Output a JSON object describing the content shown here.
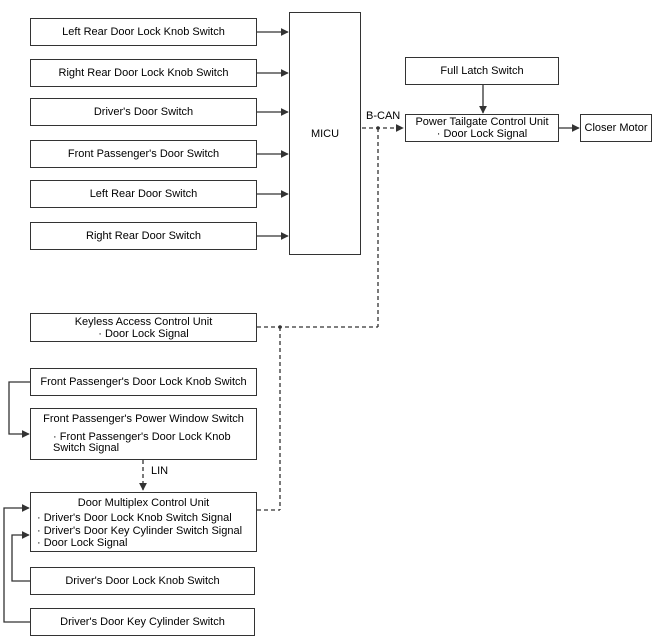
{
  "hub": {
    "label": "MICU"
  },
  "inputs_to_micu": [
    "Left Rear Door Lock Knob Switch",
    "Right Rear Door Lock Knob Switch",
    "Driver's Door Switch",
    "Front Passenger's Door Switch",
    "Left Rear Door Switch",
    "Right Rear Door Switch"
  ],
  "bus_labels": {
    "can": "B-CAN",
    "lin": "LIN"
  },
  "full_latch_switch": "Full Latch Switch",
  "power_tailgate": {
    "title": "Power Tailgate Control Unit",
    "signal": "· Door Lock Signal"
  },
  "closer_motor": "Closer Motor",
  "keyless": {
    "title": "Keyless Access Control Unit",
    "signal": "· Door Lock Signal"
  },
  "fp_knob_switch": "Front Passenger's Door Lock Knob Switch",
  "fp_power_window": {
    "title": "Front Passenger's Power Window Switch",
    "signal_line1": "· Front Passenger's Door Lock Knob",
    "signal_line2": "Switch Signal"
  },
  "door_multiplex": {
    "title": "Door Multiplex Control Unit",
    "signals": [
      "· Driver's Door Lock Knob Switch Signal",
      "· Driver's Door Key Cylinder Switch Signal",
      "· Door Lock Signal"
    ]
  },
  "driver_knob_switch": "Driver's Door Lock Knob Switch",
  "driver_key_cylinder_switch": "Driver's Door Key Cylinder Switch",
  "colors": {
    "line": "#333333",
    "box_border": "#333333",
    "background": "#ffffff"
  }
}
